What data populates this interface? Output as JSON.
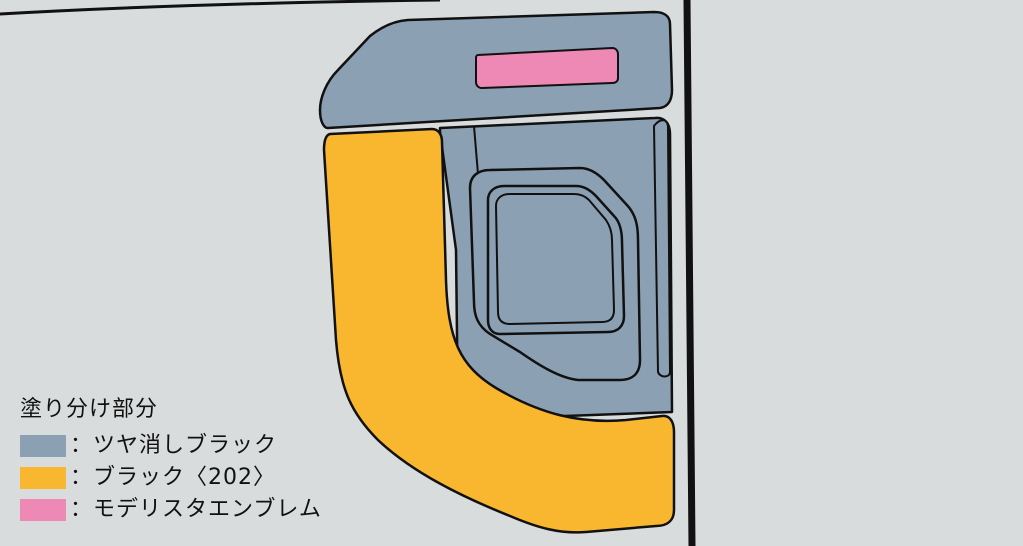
{
  "colors": {
    "background": "#d9dcdc",
    "matte_black": "#8ba0b3",
    "black_202": "#f8b72f",
    "emblem": "#ee88b5",
    "outline": "#111111"
  },
  "legend": {
    "title": "塗り分け部分",
    "items": [
      {
        "label": "：ツヤ消しブラック",
        "color": "#8ba0b3"
      },
      {
        "label": "：ブラック〈202〉",
        "color": "#f8b72f"
      },
      {
        "label": "：モデリスタエンブレム",
        "color": "#ee88b5"
      }
    ]
  }
}
